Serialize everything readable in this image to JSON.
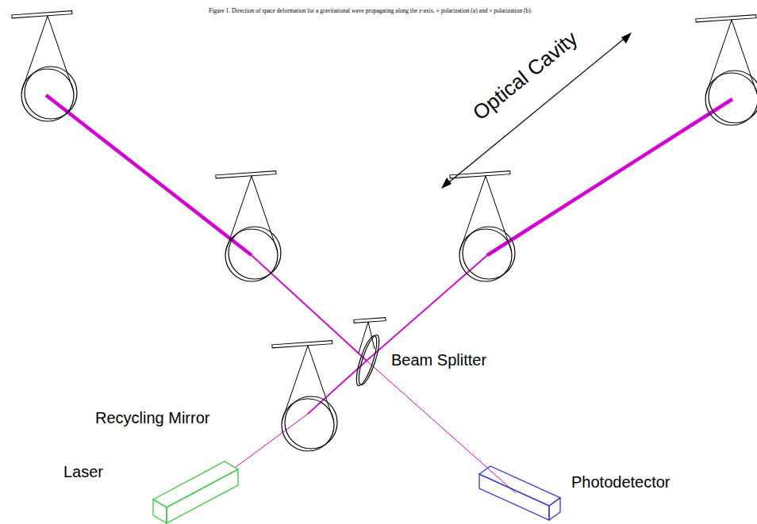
{
  "diagram": {
    "caption": "Figure 1. Direction of space deformation for a gravitational wave propagating along the z-axis, + polarization (a) and × polarization (b).",
    "labels": [
      "Optical Cavity",
      "Beam Splitter",
      "Recycling Mirror",
      "Laser",
      "Photodetector"
    ]
  }
}
